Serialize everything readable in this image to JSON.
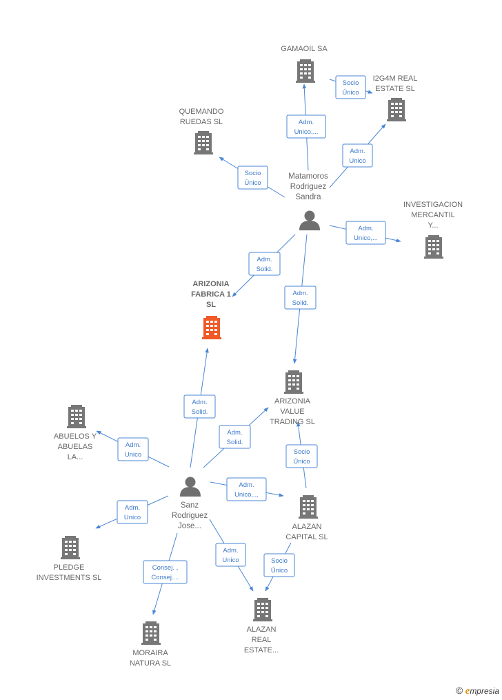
{
  "companies": [
    {
      "id": "gamaoil",
      "lines": [
        "GAMAOIL SA"
      ],
      "focus": false
    },
    {
      "id": "i2g4m",
      "lines": [
        "I2G4M REAL",
        "ESTATE  SL"
      ],
      "focus": false
    },
    {
      "id": "quemando",
      "lines": [
        "QUEMANDO",
        "RUEDAS  SL"
      ],
      "focus": false
    },
    {
      "id": "investigacion",
      "lines": [
        "INVESTIGACION",
        "MERCANTIL",
        "Y..."
      ],
      "focus": false
    },
    {
      "id": "arizonia-fabrica",
      "lines": [
        "ARIZONIA",
        "FABRICA 1",
        "SL"
      ],
      "focus": true
    },
    {
      "id": "arizonia-value",
      "lines": [
        "ARIZONIA",
        "VALUE",
        "TRADING  SL"
      ],
      "focus": false
    },
    {
      "id": "abuelos",
      "lines": [
        "ABUELOS Y",
        "ABUELAS",
        "LA..."
      ],
      "focus": false
    },
    {
      "id": "alazan-capital",
      "lines": [
        "ALAZAN",
        "CAPITAL  SL"
      ],
      "focus": false
    },
    {
      "id": "pledge",
      "lines": [
        "PLEDGE",
        "INVESTMENTS SL"
      ],
      "focus": false
    },
    {
      "id": "alazan-real",
      "lines": [
        "ALAZAN",
        "REAL",
        "ESTATE..."
      ],
      "focus": false
    },
    {
      "id": "moraira",
      "lines": [
        "MORAIRA",
        "NATURA  SL"
      ],
      "focus": false
    }
  ],
  "persons": [
    {
      "id": "matamoros",
      "lines": [
        "Matamoros",
        "Rodriguez",
        "Sandra"
      ]
    },
    {
      "id": "sanz",
      "lines": [
        "Sanz",
        "Rodriguez",
        "Jose..."
      ]
    }
  ],
  "relations": [
    {
      "id": "r1",
      "lines": [
        "Adm.",
        "Unico,..."
      ]
    },
    {
      "id": "r2",
      "lines": [
        "Socio",
        "Único"
      ]
    },
    {
      "id": "r3",
      "lines": [
        "Adm.",
        "Unico"
      ]
    },
    {
      "id": "r4",
      "lines": [
        "Socio",
        "Único"
      ]
    },
    {
      "id": "r5",
      "lines": [
        "Adm.",
        "Unico,..."
      ]
    },
    {
      "id": "r6",
      "lines": [
        "Adm.",
        "Solid."
      ]
    },
    {
      "id": "r7",
      "lines": [
        "Adm.",
        "Solid."
      ]
    },
    {
      "id": "r8",
      "lines": [
        "Adm.",
        "Solid."
      ]
    },
    {
      "id": "r9",
      "lines": [
        "Adm.",
        "Solid."
      ]
    },
    {
      "id": "r10",
      "lines": [
        "Adm.",
        "Unico"
      ]
    },
    {
      "id": "r11",
      "lines": [
        "Socio",
        "Único"
      ]
    },
    {
      "id": "r12",
      "lines": [
        "Adm.",
        "Unico,..."
      ]
    },
    {
      "id": "r13",
      "lines": [
        "Adm.",
        "Unico"
      ]
    },
    {
      "id": "r14",
      "lines": [
        "Adm.",
        "Unico"
      ]
    },
    {
      "id": "r15",
      "lines": [
        "Socio",
        "Único"
      ]
    },
    {
      "id": "r16",
      "lines": [
        "Consej. ,",
        "Consej...."
      ]
    }
  ],
  "colors": {
    "edge": "#4a86d4",
    "building": "#777777",
    "focus_building": "#f05a28",
    "person": "#6f6f6f"
  },
  "footer": {
    "copyright_symbol": "©",
    "brand_initial": "e",
    "brand_rest": "mpresia"
  }
}
